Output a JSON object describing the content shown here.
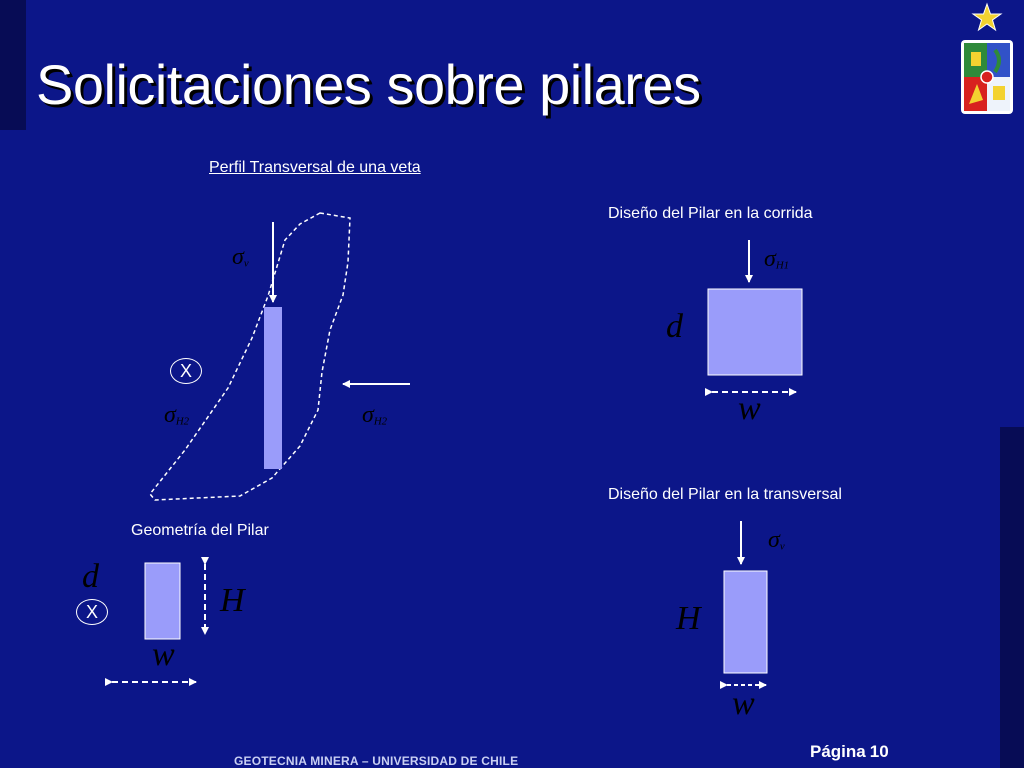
{
  "slide": {
    "title": "Solicitaciones sobre pilares",
    "footer": "GEOTECNIA MINERA – UNIVERSIDAD DE CHILE",
    "page_label": "Página",
    "page_number": "10"
  },
  "colors": {
    "background": "#0c1689",
    "pillar_fill": "#9a9cfa",
    "text": "#ffffff",
    "math_text": "#000000"
  },
  "cross_section": {
    "caption": "Perfil Transversal de una veta",
    "sigma_v": "σ",
    "sigma_v_sub": "v",
    "sigma_h_left": "σ",
    "sigma_h_left_sub": "H2",
    "sigma_h_right": "σ",
    "sigma_h_right_sub": "H2",
    "x_marker": "X"
  },
  "corrida": {
    "caption": "Diseño del Pilar en la corrida",
    "sigma": "σ",
    "sigma_sub": "H1",
    "depth": "d",
    "width": "w"
  },
  "transversal": {
    "caption": "Diseño del Pilar en la transversal",
    "sigma": "σ",
    "sigma_sub": "v",
    "height": "H",
    "width": "w"
  },
  "geometry": {
    "caption": "Geometría del Pilar",
    "depth": "d",
    "height": "H",
    "width": "w",
    "x_marker": "X"
  },
  "logo": {
    "name": "university-crest"
  }
}
